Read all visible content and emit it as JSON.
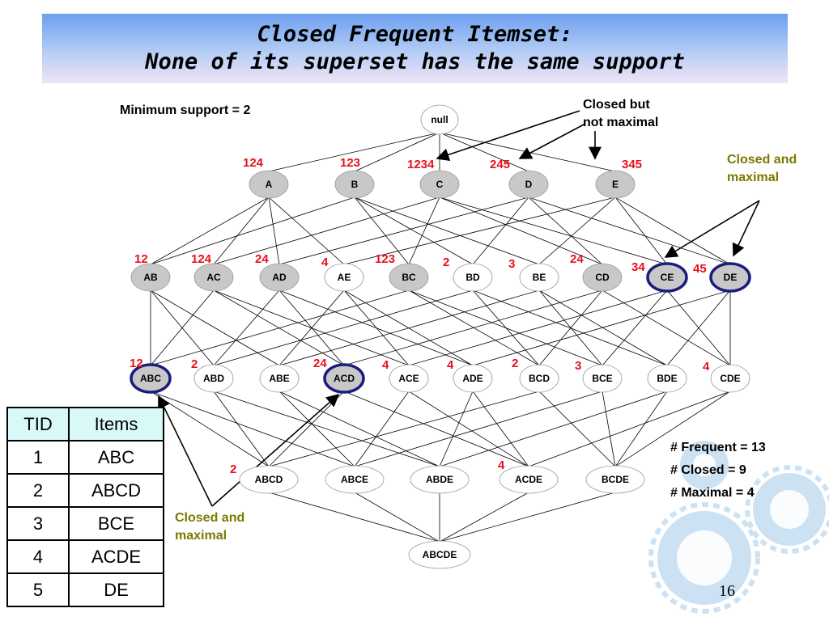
{
  "slide": {
    "title_line_1": "Closed Frequent Itemset:",
    "title_line_2": "None of its superset has the same support",
    "min_support": "Minimum support = 2",
    "closed_not_maximal_line_1": "Closed but",
    "closed_not_maximal_line_2": "not maximal",
    "closed_maximal_line_1": "Closed and",
    "closed_maximal_line_2": "maximal",
    "stats": [
      "# Frequent = 13",
      "# Closed = 9",
      "# Maximal = 4"
    ],
    "page_number": "16"
  },
  "colors": {
    "support_text": "#e8101a",
    "frequent_fill": "#c8c8c8",
    "infrequent_fill": "#ffffff",
    "closed_maximal_border": "#1c1c7a",
    "annotation_olive": "#7a7a00",
    "table_header": "#d9f8f8"
  },
  "lattice": {
    "root": "null",
    "levels": [
      [
        {
          "name": "A",
          "tids": "124",
          "frequent": true
        },
        {
          "name": "B",
          "tids": "123",
          "frequent": true
        },
        {
          "name": "C",
          "tids": "1234",
          "frequent": true
        },
        {
          "name": "D",
          "tids": "245",
          "frequent": true
        },
        {
          "name": "E",
          "tids": "345",
          "frequent": true
        }
      ],
      [
        {
          "name": "AB",
          "tids": "12",
          "frequent": true
        },
        {
          "name": "AC",
          "tids": "124",
          "frequent": true
        },
        {
          "name": "AD",
          "tids": "24",
          "frequent": true
        },
        {
          "name": "AE",
          "tids": "4",
          "frequent": false
        },
        {
          "name": "BC",
          "tids": "123",
          "frequent": true
        },
        {
          "name": "BD",
          "tids": "2",
          "frequent": false
        },
        {
          "name": "BE",
          "tids": "3",
          "frequent": false
        },
        {
          "name": "CD",
          "tids": "24",
          "frequent": true
        },
        {
          "name": "CE",
          "tids": "34",
          "frequent": true,
          "closed_maximal": true
        },
        {
          "name": "DE",
          "tids": "45",
          "frequent": true,
          "closed_maximal": true
        }
      ],
      [
        {
          "name": "ABC",
          "tids": "12",
          "frequent": true,
          "closed_maximal": true
        },
        {
          "name": "ABD",
          "tids": "2",
          "frequent": false
        },
        {
          "name": "ABE",
          "tids": "",
          "frequent": false
        },
        {
          "name": "ACD",
          "tids": "24",
          "frequent": true,
          "closed_maximal": true
        },
        {
          "name": "ACE",
          "tids": "4",
          "frequent": false
        },
        {
          "name": "ADE",
          "tids": "4",
          "frequent": false
        },
        {
          "name": "BCD",
          "tids": "2",
          "frequent": false
        },
        {
          "name": "BCE",
          "tids": "3",
          "frequent": false
        },
        {
          "name": "BDE",
          "tids": "",
          "frequent": false
        },
        {
          "name": "CDE",
          "tids": "4",
          "frequent": false
        }
      ],
      [
        {
          "name": "ABCD",
          "tids": "2",
          "frequent": false
        },
        {
          "name": "ABCE",
          "tids": "",
          "frequent": false
        },
        {
          "name": "ABDE",
          "tids": "",
          "frequent": false
        },
        {
          "name": "ACDE",
          "tids": "4",
          "frequent": false
        },
        {
          "name": "BCDE",
          "tids": "",
          "frequent": false
        }
      ],
      [
        {
          "name": "ABCDE",
          "tids": "",
          "frequent": false
        }
      ]
    ]
  },
  "transactions": {
    "headers": [
      "TID",
      "Items"
    ],
    "rows": [
      [
        "1",
        "ABC"
      ],
      [
        "2",
        "ABCD"
      ],
      [
        "3",
        "BCE"
      ],
      [
        "4",
        "ACDE"
      ],
      [
        "5",
        "DE"
      ]
    ]
  }
}
